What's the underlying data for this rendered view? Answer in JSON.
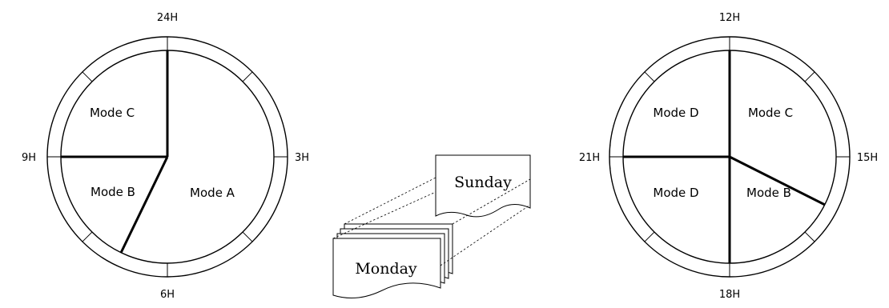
{
  "left_clock": {
    "hour_labels": {
      "top": "24H",
      "right": "3H",
      "bottom": "6H",
      "left": "9H"
    },
    "modes": {
      "upper_left": "Mode C",
      "lower_left": "Mode B",
      "right": "Mode A"
    }
  },
  "right_clock": {
    "hour_labels": {
      "top": "12H",
      "right": "15H",
      "bottom": "18H",
      "left": "21H"
    },
    "modes": {
      "upper_left": "Mode D",
      "upper_right": "Mode C",
      "lower_left": "Mode D",
      "lower_right": "Mode B"
    }
  },
  "calendar": {
    "front_day": "Monday",
    "enlarged_day": "Sunday"
  }
}
